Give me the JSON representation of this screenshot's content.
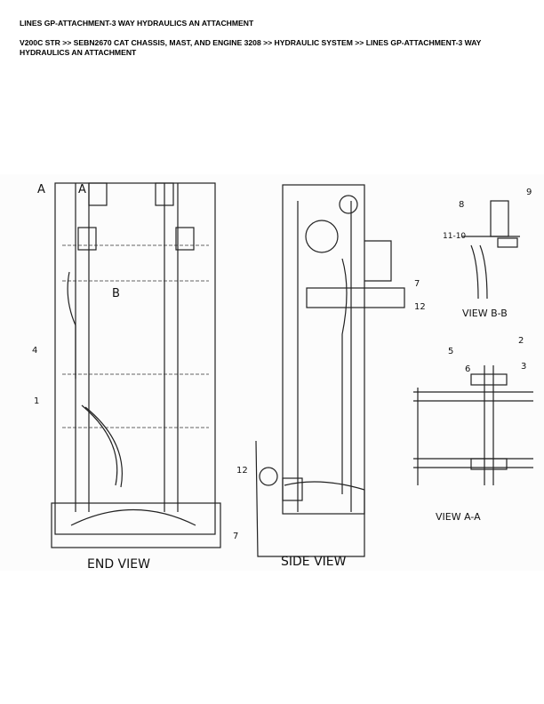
{
  "page_title": "LINES GP-ATTACHMENT-3 WAY HYDRAULICS AN ATTACHMENT",
  "breadcrumb": "V200C STR >> SEBN2670 CAT CHASSIS, MAST, AND ENGINE 3208 >> HYDRAULIC SYSTEM >> LINES GP-ATTACHMENT-3 WAY HYDRAULICS AN ATTACHMENT",
  "figure": {
    "end_view": {
      "caption": "END VIEW",
      "labels": [
        "A",
        "A",
        "B",
        "4",
        "1"
      ]
    },
    "side_view": {
      "caption": "SIDE VIEW",
      "labels": [
        "7",
        "12",
        "12",
        "7"
      ]
    },
    "view_bb": {
      "caption": "VIEW B-B",
      "labels": [
        "8",
        "9",
        "11-10"
      ]
    },
    "view_aa": {
      "caption": "VIEW A-A",
      "labels": [
        "5",
        "2",
        "6",
        "3"
      ]
    }
  }
}
